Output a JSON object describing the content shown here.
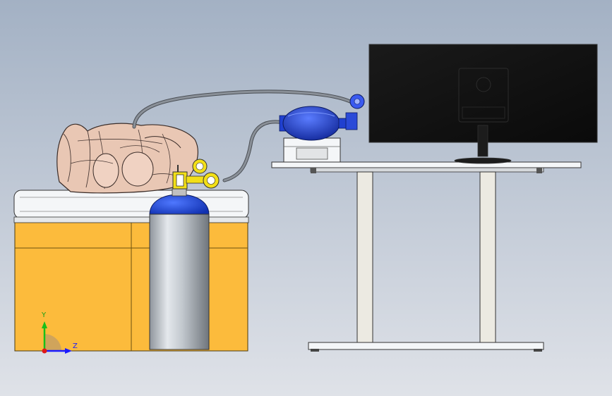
{
  "viewport": {
    "background_top": "#a3b1c4",
    "background_bottom": "#dfe2e8"
  },
  "colors": {
    "cabinet": "#fcbb3c",
    "cylinder_cap": "#1f48d6",
    "cylinder_body": "#b9bfc6",
    "regulator": "#f2df18",
    "bag_valve": "#2040d0",
    "monitor": "#121212",
    "hose": "#7a8088",
    "mannequin": "#e7c4b0"
  },
  "triad": {
    "y_axis": "Y",
    "z_axis": "Z",
    "y_color": "#18c018",
    "z_color": "#1a1aff",
    "origin_color": "#e01818"
  },
  "icons": [
    "mannequin-model",
    "oxygen-cylinder",
    "pressure-gauge",
    "bag-valve-resuscitator",
    "monitor",
    "desk",
    "coordinate-triad"
  ]
}
